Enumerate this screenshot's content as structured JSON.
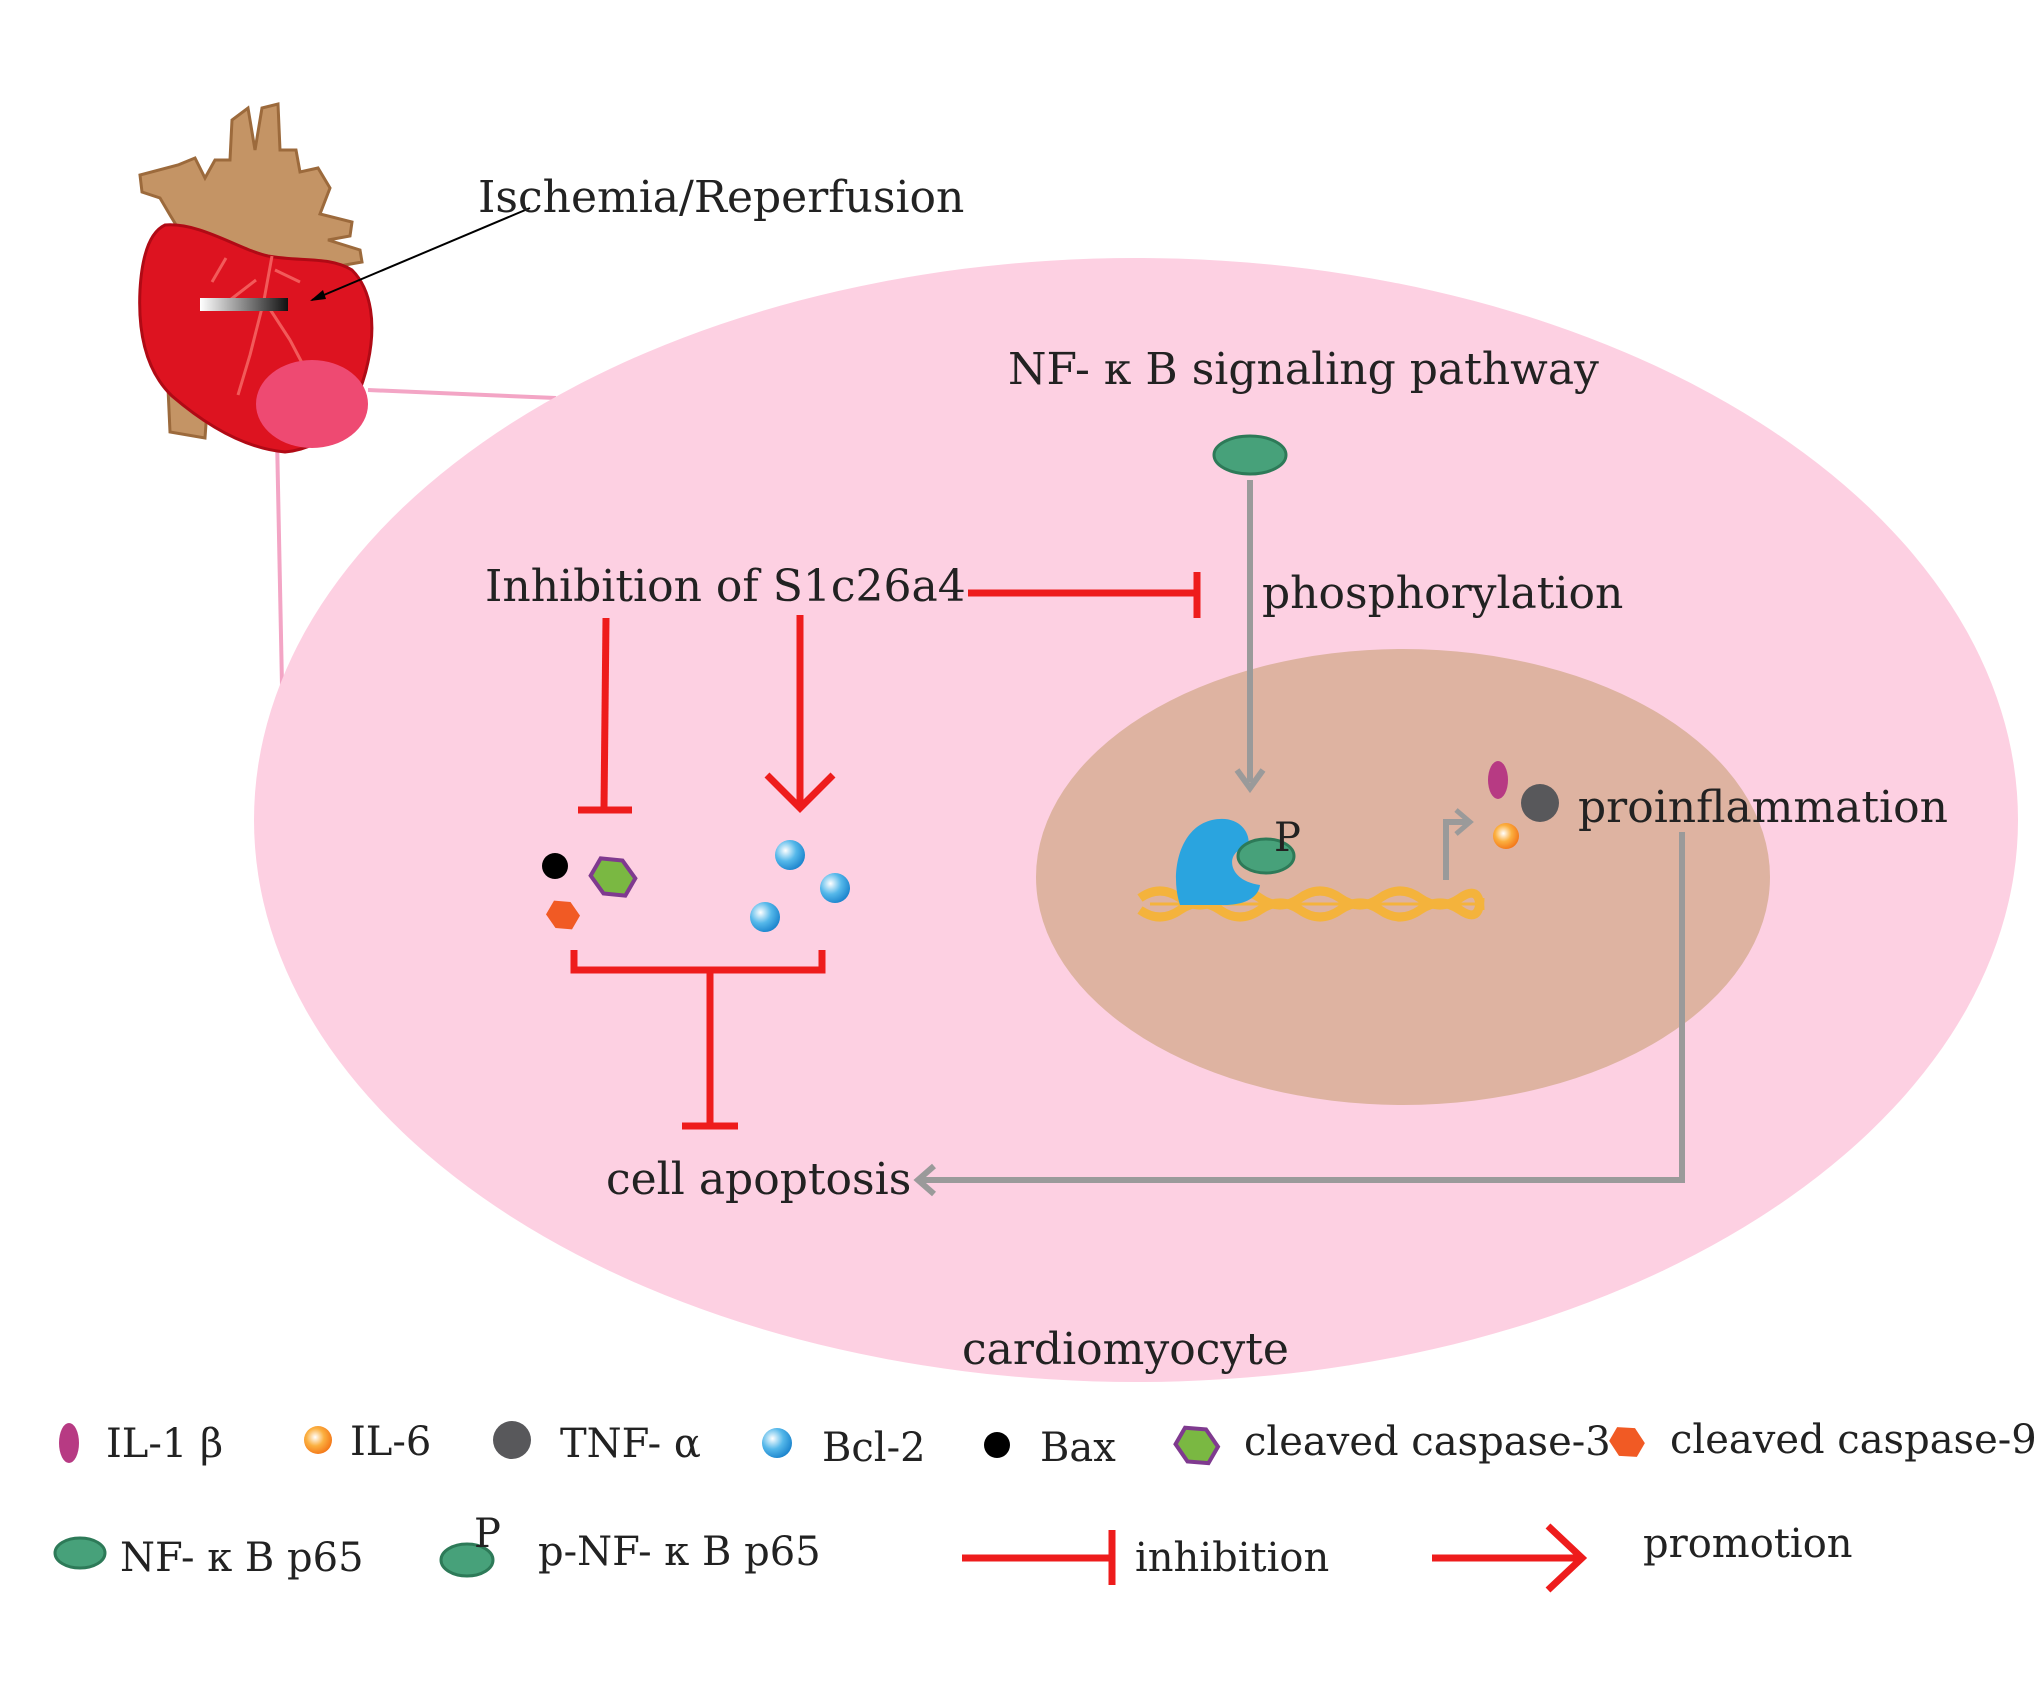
{
  "diagram": {
    "labels": {
      "ischemia": "Ischemia/Reperfusion",
      "nfkb_pathway": "NF- κ B signaling pathway",
      "inhibition_of": "Inhibition of S1c26a4",
      "phosphorylation": "phosphorylation",
      "proinflammation": "proinflammation",
      "apoptosis": "cell apoptosis",
      "cardiomyocyte": "cardiomyocyte",
      "p_mark": "P"
    },
    "colors": {
      "cell": "#fdd0e2",
      "nucleus": "#deb3a1",
      "inhibit_arrow": "#ee1c1c",
      "flow_arrow": "#9a9a9a",
      "heart_red": "#dd1320",
      "heart_vessel": "#c49465",
      "nfkb_green": "#47a17a",
      "tf_blue": "#2aa4df",
      "dna": "#f4b33c",
      "il1b": "#b73a83",
      "il6": "#f6921e",
      "tnfa": "#58585b",
      "bcl2": "#2ea0dc",
      "bax": "#000000",
      "casp3_fill": "#7ab842",
      "casp3_edge": "#7f3a8f",
      "casp9": "#f15a24"
    }
  },
  "legend": {
    "il1b": "IL-1 β",
    "il6": "IL-6",
    "tnfa": "TNF- α",
    "bcl2": "Bcl-2",
    "bax": "Bax",
    "casp3": "cleaved caspase-3",
    "casp9": "cleaved caspase-9",
    "nfkb": "NF- κ B p65",
    "pnfkb": "p-NF- κ B p65",
    "p_mark": "P",
    "inhibition": "inhibition",
    "promotion": "promotion"
  }
}
